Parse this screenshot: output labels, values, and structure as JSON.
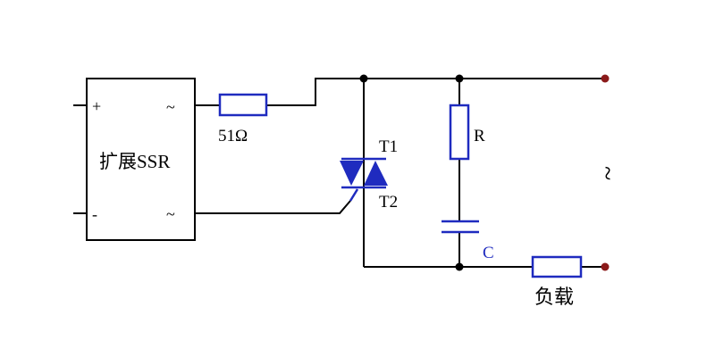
{
  "diagram": {
    "ssr_label": "扩展SSR",
    "ssr_plus": "+",
    "ssr_minus": "-",
    "ssr_ac_top": "~",
    "ssr_ac_bottom": "~",
    "resistor_series_label": "51Ω",
    "triac_t1": "T1",
    "triac_t2": "T2",
    "snubber_r_label": "R",
    "snubber_c_label": "C",
    "load_label": "负载",
    "ac_source_symbol": "~"
  },
  "colors": {
    "wire": "#000000",
    "component": "#1f2bbf",
    "label_blue": "#1f2bbf",
    "terminal": "#8b1a1a"
  }
}
